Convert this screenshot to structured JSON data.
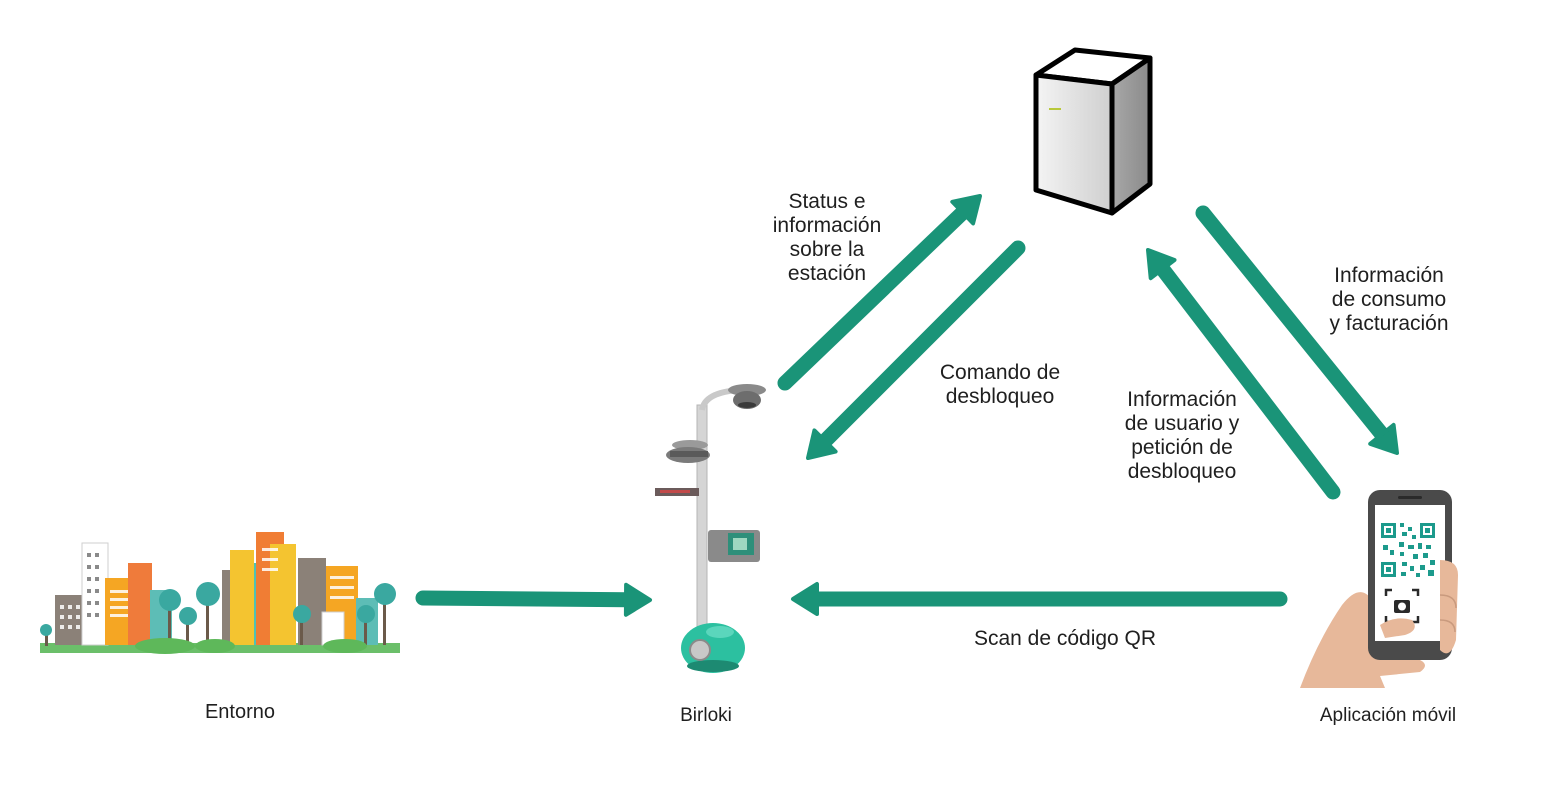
{
  "nodes": {
    "entorno": "Entorno",
    "birloki": "Birloki",
    "app": "Aplicación móvil"
  },
  "edges": {
    "status": [
      "Status e",
      "información",
      "sobre la",
      "estación"
    ],
    "comando": [
      "Comando de",
      "desbloqueo"
    ],
    "usuario": [
      "Información",
      "de usuario y",
      "petición de",
      "desbloqueo"
    ],
    "consumo": [
      "Información",
      "de consumo",
      "y facturación"
    ],
    "qr": "Scan de código QR"
  },
  "colors": {
    "arrow": "#1a9478",
    "skin": "#e7b89a",
    "phone": "#4a4a4a",
    "qr": "#1c9a8c"
  }
}
